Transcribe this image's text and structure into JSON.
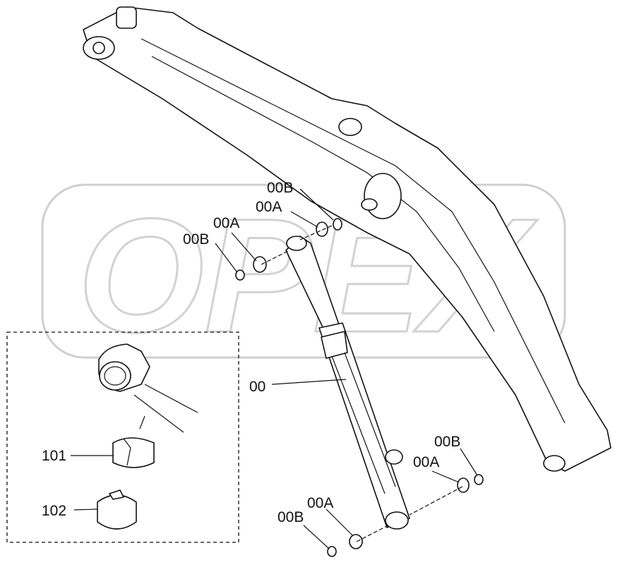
{
  "watermark": {
    "text": "OPEX"
  },
  "labels": {
    "cylinder": "00",
    "top_00b_upper": "00B",
    "top_00a_upper": "00A",
    "top_00a_left": "00A",
    "top_00b_left": "00B",
    "right_00b": "00B",
    "right_00a": "00A",
    "bottom_00a": "00A",
    "bottom_00b": "00B",
    "detail_101": "101",
    "detail_102": "102"
  },
  "colors": {
    "line": "#111111",
    "watermark": "#cfcfcf",
    "background": "#ffffff"
  }
}
